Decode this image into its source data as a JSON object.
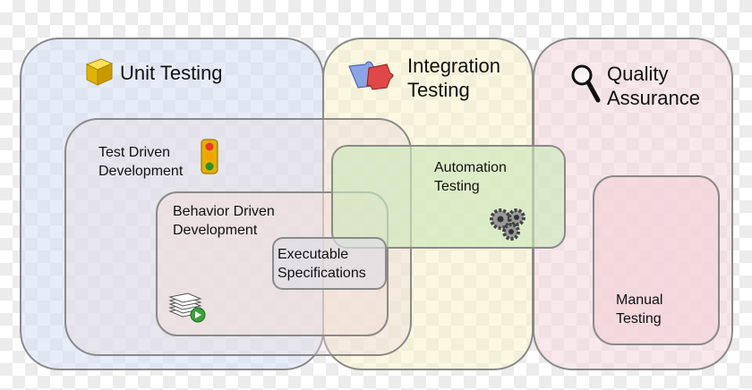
{
  "diagram": {
    "unit_testing": {
      "title": "Unit Testing",
      "icon": "cube-icon"
    },
    "integration_testing": {
      "title": "Integration\nTesting",
      "icon": "puzzle-pieces-icon"
    },
    "quality_assurance": {
      "title": "Quality\nAssurance",
      "icon": "magnifying-glass-icon"
    },
    "tdd": {
      "title": "Test Driven\nDevelopment",
      "icon": "traffic-light-icon"
    },
    "bdd": {
      "title": "Behavior Driven\nDevelopment",
      "icon": "document-stack-play-icon"
    },
    "executable_specs": {
      "title": "Executable\nSpecifications"
    },
    "automation_testing": {
      "title": "Automation\nTesting",
      "icon": "gears-icon"
    },
    "manual_testing": {
      "title": "Manual\nTesting"
    },
    "colors": {
      "unit": "#dfe8f6",
      "integration": "#fbf4d8",
      "qa": "#f6e1e6",
      "automation": "#d9ecc9",
      "manual": "#f2d5da",
      "outline": "#8a8a8a"
    }
  }
}
